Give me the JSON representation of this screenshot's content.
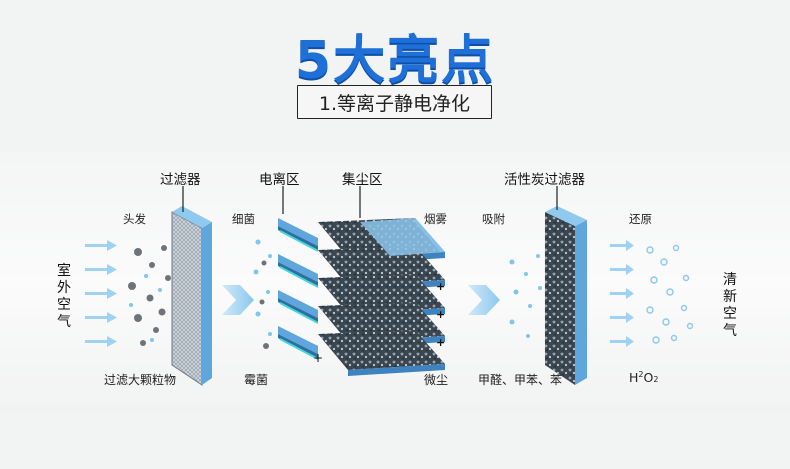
{
  "title": "5大亮点",
  "subtitle": "1.等离子静电净化",
  "inlet_label": "室外空气",
  "outlet_label": "清新空气",
  "stages": {
    "filter": "过滤器",
    "ionization": "电离区",
    "dust_collection": "集尘区",
    "carbon_filter": "活性炭过滤器"
  },
  "annotations": {
    "hair": "头发",
    "bacteria": "细菌",
    "smoke": "烟雾",
    "adsorb": "吸附",
    "reduce": "还原",
    "large_particles": "过滤大颗粒物",
    "mold": "霉菌",
    "fine_dust": "微尘",
    "vocs": "甲醛、甲苯、苯",
    "output_h": "H",
    "output_sup": "2",
    "output_o": "O",
    "output_sub": "2"
  },
  "colors": {
    "title_blue": "#1f6fd8",
    "panel_blue": "#5ea6dc",
    "panel_dark": "#2f4f6a",
    "arrow_blue": "#9fd2f2"
  }
}
